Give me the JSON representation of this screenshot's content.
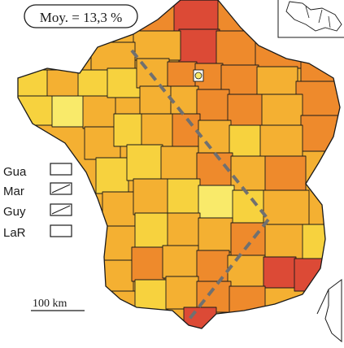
{
  "average_label": "Moy. = 13,3 %",
  "scale_label": "100 km",
  "overseas": [
    {
      "code": "Gua",
      "fill": "#ffffff"
    },
    {
      "code": "Mar",
      "fill": "#ffffff"
    },
    {
      "code": "Guy",
      "fill": "#ffffff"
    },
    {
      "code": "LaR",
      "fill": "#ffffff"
    }
  ],
  "colors": {
    "very_high": "#dc4a36",
    "high": "#ee8a2c",
    "medium": "#f4b032",
    "low": "#f7d23e",
    "very_low": "#f9ea6a",
    "border": "#1a1a1a",
    "divider_line": "#707070"
  }
}
